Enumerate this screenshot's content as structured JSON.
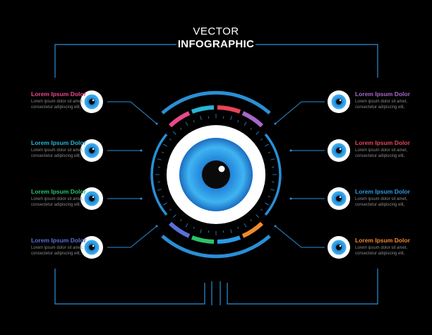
{
  "header": {
    "line1": "VECTOR",
    "line2": "INFOGRAPHIC"
  },
  "colors": {
    "background": "#000000",
    "frame": "#2a8fd6",
    "iris": "#2a9be8"
  },
  "items_left": [
    {
      "title": "Lorem Ipsum Dolor",
      "color": "#e8488a",
      "line1": "Lorem ipsum dolor sit amet,",
      "line2": "consectetur adipiscing elit,"
    },
    {
      "title": "Lorem Ipsum Dolor",
      "color": "#29b5d8",
      "line1": "Lorem ipsum dolor sit amet,",
      "line2": "consectetur adipiscing elit,"
    },
    {
      "title": "Lorem Ipsum Dolor",
      "color": "#2bc26a",
      "line1": "Lorem ipsum dolor sit amet,",
      "line2": "consectetur adipiscing elit,"
    },
    {
      "title": "Lorem Ipsum Dolor",
      "color": "#5a6fd8",
      "line1": "Lorem ipsum dolor sit amet,",
      "line2": "consectetur adipiscing elit,"
    }
  ],
  "items_right": [
    {
      "title": "Lorem Ipsum Dolor",
      "color": "#a768c8",
      "line1": "Lorem ipsum dolor sit amet,",
      "line2": "consectetur adipiscing elit,"
    },
    {
      "title": "Lorem Ipsum Dolor",
      "color": "#e8455a",
      "line1": "Lorem ipsum dolor sit amet,",
      "line2": "consectetur adipiscing elit,"
    },
    {
      "title": "Lorem Ipsum Dolor",
      "color": "#2a9be8",
      "line1": "Lorem ipsum dolor sit amet,",
      "line2": "consectetur adipiscing elit,"
    },
    {
      "title": "Lorem Ipsum Dolor",
      "color": "#f08a2c",
      "line1": "Lorem ipsum dolor sit amet,",
      "line2": "consectetur adipiscing elit,"
    }
  ]
}
